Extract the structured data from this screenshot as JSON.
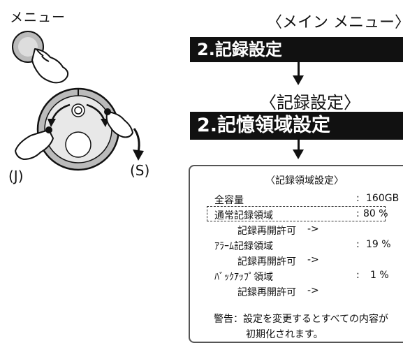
{
  "labels": {
    "menu": "メニュー",
    "j": "(J)",
    "s": "(S)"
  },
  "flow": {
    "main_menu_header": "〈メイン メニュー〉",
    "main_menu_item": "2.記録設定",
    "record_settings_header": "〈記録設定〉",
    "record_settings_item": "2.記憶領域設定"
  },
  "panel": {
    "title": "〈記録領域設定〉",
    "rows": [
      {
        "label": "全容量",
        "sep": ":",
        "value": "160GB"
      },
      {
        "label": "通常記録領域",
        "sep": ":",
        "value": "80 %"
      },
      {
        "label": "記録再開許可",
        "sep": "->",
        "value": ""
      },
      {
        "label": "ｱﾗｰﾑ記録領域",
        "sep": ":",
        "value": "19 %"
      },
      {
        "label": "記録再開許可",
        "sep": "->",
        "value": ""
      },
      {
        "label": "ﾊﾞｯｸｱｯﾌﾟ領域",
        "sep": ":",
        "value": "1 %"
      },
      {
        "label": "記録再開許可",
        "sep": "->",
        "value": ""
      }
    ],
    "warning_line1": "警告：設定を変更するとすべての内容が",
    "warning_line2": "初期化されます。"
  },
  "icons": [
    "menu-button-icon",
    "pointing-hand-icon",
    "jog-shuttle-dial-icon",
    "rotate-left-arrow-icon",
    "rotate-right-arrow-icon",
    "down-arrow-icon"
  ]
}
